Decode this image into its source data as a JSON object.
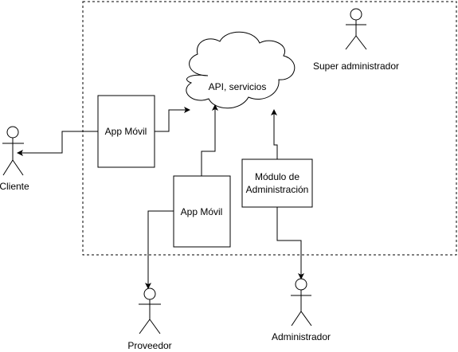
{
  "diagram": {
    "cloud": {
      "label": "API, servicios"
    },
    "boxes": {
      "app_client": {
        "label": "App Móvil"
      },
      "app_provider": {
        "label": "App Móvil"
      },
      "admin_module": {
        "line1": "Módulo de",
        "line2": "Administración"
      }
    },
    "actors": {
      "super_admin": {
        "label": "Super administrador"
      },
      "client": {
        "label": "Cliente"
      },
      "provider": {
        "label": "Proveedor"
      },
      "admin": {
        "label": "Administrador"
      }
    }
  }
}
